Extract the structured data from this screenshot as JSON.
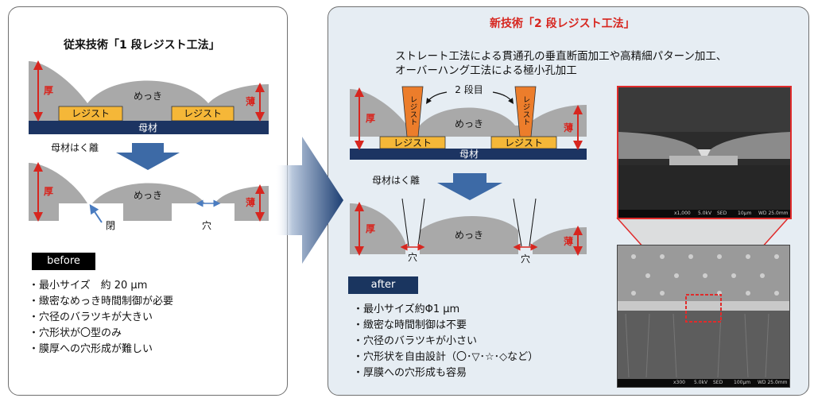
{
  "left_panel": {
    "title": "従来技術「1 段レジスト工法」",
    "diagram": {
      "plating_label": "めっき",
      "resist_label_1": "レジスト",
      "resist_label_2": "レジスト",
      "base_label": "母材",
      "thick_label": "厚",
      "thin_label": "薄",
      "peel_label": "母材はく離",
      "plating_label_2": "めっき",
      "thick_label_2": "厚",
      "thin_label_2": "薄",
      "closed_label": "閉",
      "hole_label": "穴"
    },
    "tag": "before",
    "bullets": [
      "最小サイズ　約 20 µm",
      "緻密なめっき時間制御が必要",
      "穴径のバラツキが大きい",
      "穴形状が〇型のみ",
      "膜厚への穴形成が難しい"
    ]
  },
  "right_panel": {
    "title": "新技術「2 段レジスト工法」",
    "subtitle_line1": "ストレート工法による貫通孔の垂直断面加工や高精細パターン加工、",
    "subtitle_line2": "オーバーハング工法による極小孔加工",
    "diagram": {
      "two_stage_label": "2 段目",
      "upper_resist_1": "レジスト",
      "upper_resist_2": "レジスト",
      "plating_label": "めっき",
      "resist_label_1": "レジスト",
      "resist_label_2": "レジスト",
      "base_label": "母材",
      "thick_label": "厚",
      "thin_label": "薄",
      "peel_label": "母材はく離",
      "plating_label_2": "めっき",
      "thick_label_2": "厚",
      "thin_label_2": "薄",
      "hole_label_1": "穴",
      "hole_label_2": "穴"
    },
    "tag": "after",
    "bullets": [
      "最小サイズ約Φ1 µm",
      "緻密な時間制御は不要",
      "穴径のバラツキが小さい",
      "穴形状を自由設計（〇･▽･☆･◇など）",
      "厚膜への穴形成も容易"
    ],
    "sem_top": {
      "scale": "10µm",
      "x": "x1,000",
      "kv": "5.0kV",
      "mode": "SED",
      "wd": "WD 25.0mm"
    },
    "sem_bottom": {
      "scale": "100µm",
      "x": "x300",
      "kv": "5.0kV",
      "mode": "SED",
      "wd": "WD 25.0mm"
    }
  },
  "colors": {
    "plating": "#a9a9a9",
    "resist": "#f5b738",
    "resist_upper": "#ec7d2b",
    "base": "#1c3462",
    "accent_red": "#d7261f",
    "arrow_blue": "#3d6aa6"
  }
}
